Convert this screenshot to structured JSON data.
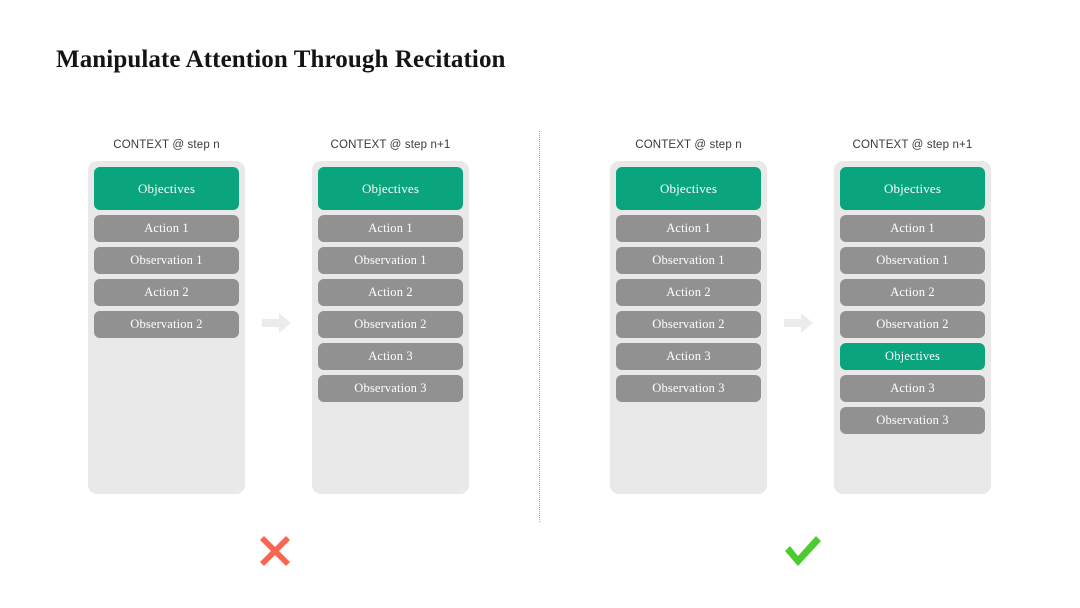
{
  "slide": {
    "title": "Manipulate Attention Through Recitation",
    "background": "#ffffff"
  },
  "colors": {
    "objective_teal": "#0aa57d",
    "block_gray": "#919191",
    "panel_background": "#e9e9e9",
    "arrow_gray": "#ebebeb",
    "cross_red": "#fa6450",
    "check_green": "#4ccb2e",
    "divider_gray": "#a8a8a8",
    "title_text": "#141414",
    "header_text": "#3b3b3b"
  },
  "panels": [
    {
      "id": "left-step-n",
      "header": "CONTEXT @ step n",
      "blocks": [
        {
          "label": "Objectives",
          "style": "teal",
          "tall": true
        },
        {
          "label": "Action 1",
          "style": "gray",
          "tall": false
        },
        {
          "label": "Observation 1",
          "style": "gray",
          "tall": false
        },
        {
          "label": "Action 2",
          "style": "gray",
          "tall": false
        },
        {
          "label": "Observation 2",
          "style": "gray",
          "tall": false
        }
      ]
    },
    {
      "id": "left-step-n-plus-1",
      "header": "CONTEXT @ step n+1",
      "blocks": [
        {
          "label": "Objectives",
          "style": "teal",
          "tall": true
        },
        {
          "label": "Action 1",
          "style": "gray",
          "tall": false
        },
        {
          "label": "Observation 1",
          "style": "gray",
          "tall": false
        },
        {
          "label": "Action 2",
          "style": "gray",
          "tall": false
        },
        {
          "label": "Observation 2",
          "style": "gray",
          "tall": false
        },
        {
          "label": "Action 3",
          "style": "gray",
          "tall": false
        },
        {
          "label": "Observation 3",
          "style": "gray",
          "tall": false
        }
      ]
    },
    {
      "id": "right-step-n",
      "header": "CONTEXT @ step n",
      "blocks": [
        {
          "label": "Objectives",
          "style": "teal",
          "tall": true
        },
        {
          "label": "Action 1",
          "style": "gray",
          "tall": false
        },
        {
          "label": "Observation 1",
          "style": "gray",
          "tall": false
        },
        {
          "label": "Action 2",
          "style": "gray",
          "tall": false
        },
        {
          "label": "Observation 2",
          "style": "gray",
          "tall": false
        },
        {
          "label": "Action 3",
          "style": "gray",
          "tall": false
        },
        {
          "label": "Observation 3",
          "style": "gray",
          "tall": false
        }
      ]
    },
    {
      "id": "right-step-n-plus-1",
      "header": "CONTEXT @ step n+1",
      "blocks": [
        {
          "label": "Objectives",
          "style": "teal",
          "tall": true
        },
        {
          "label": "Action 1",
          "style": "gray",
          "tall": false
        },
        {
          "label": "Observation 1",
          "style": "gray",
          "tall": false
        },
        {
          "label": "Action 2",
          "style": "gray",
          "tall": false
        },
        {
          "label": "Observation 2",
          "style": "gray",
          "tall": false
        },
        {
          "label": "Objectives",
          "style": "teal",
          "tall": false
        },
        {
          "label": "Action 3",
          "style": "gray",
          "tall": false
        },
        {
          "label": "Observation 3",
          "style": "gray",
          "tall": false
        }
      ]
    }
  ],
  "arrows": [
    {
      "id": "left-flow-arrow",
      "icon": "right-arrow-icon"
    },
    {
      "id": "right-flow-arrow",
      "icon": "right-arrow-icon"
    }
  ],
  "verdicts": [
    {
      "id": "left-verdict",
      "icon": "cross-mark-icon",
      "meaning": "incorrect"
    },
    {
      "id": "right-verdict",
      "icon": "check-mark-icon",
      "meaning": "correct"
    }
  ]
}
